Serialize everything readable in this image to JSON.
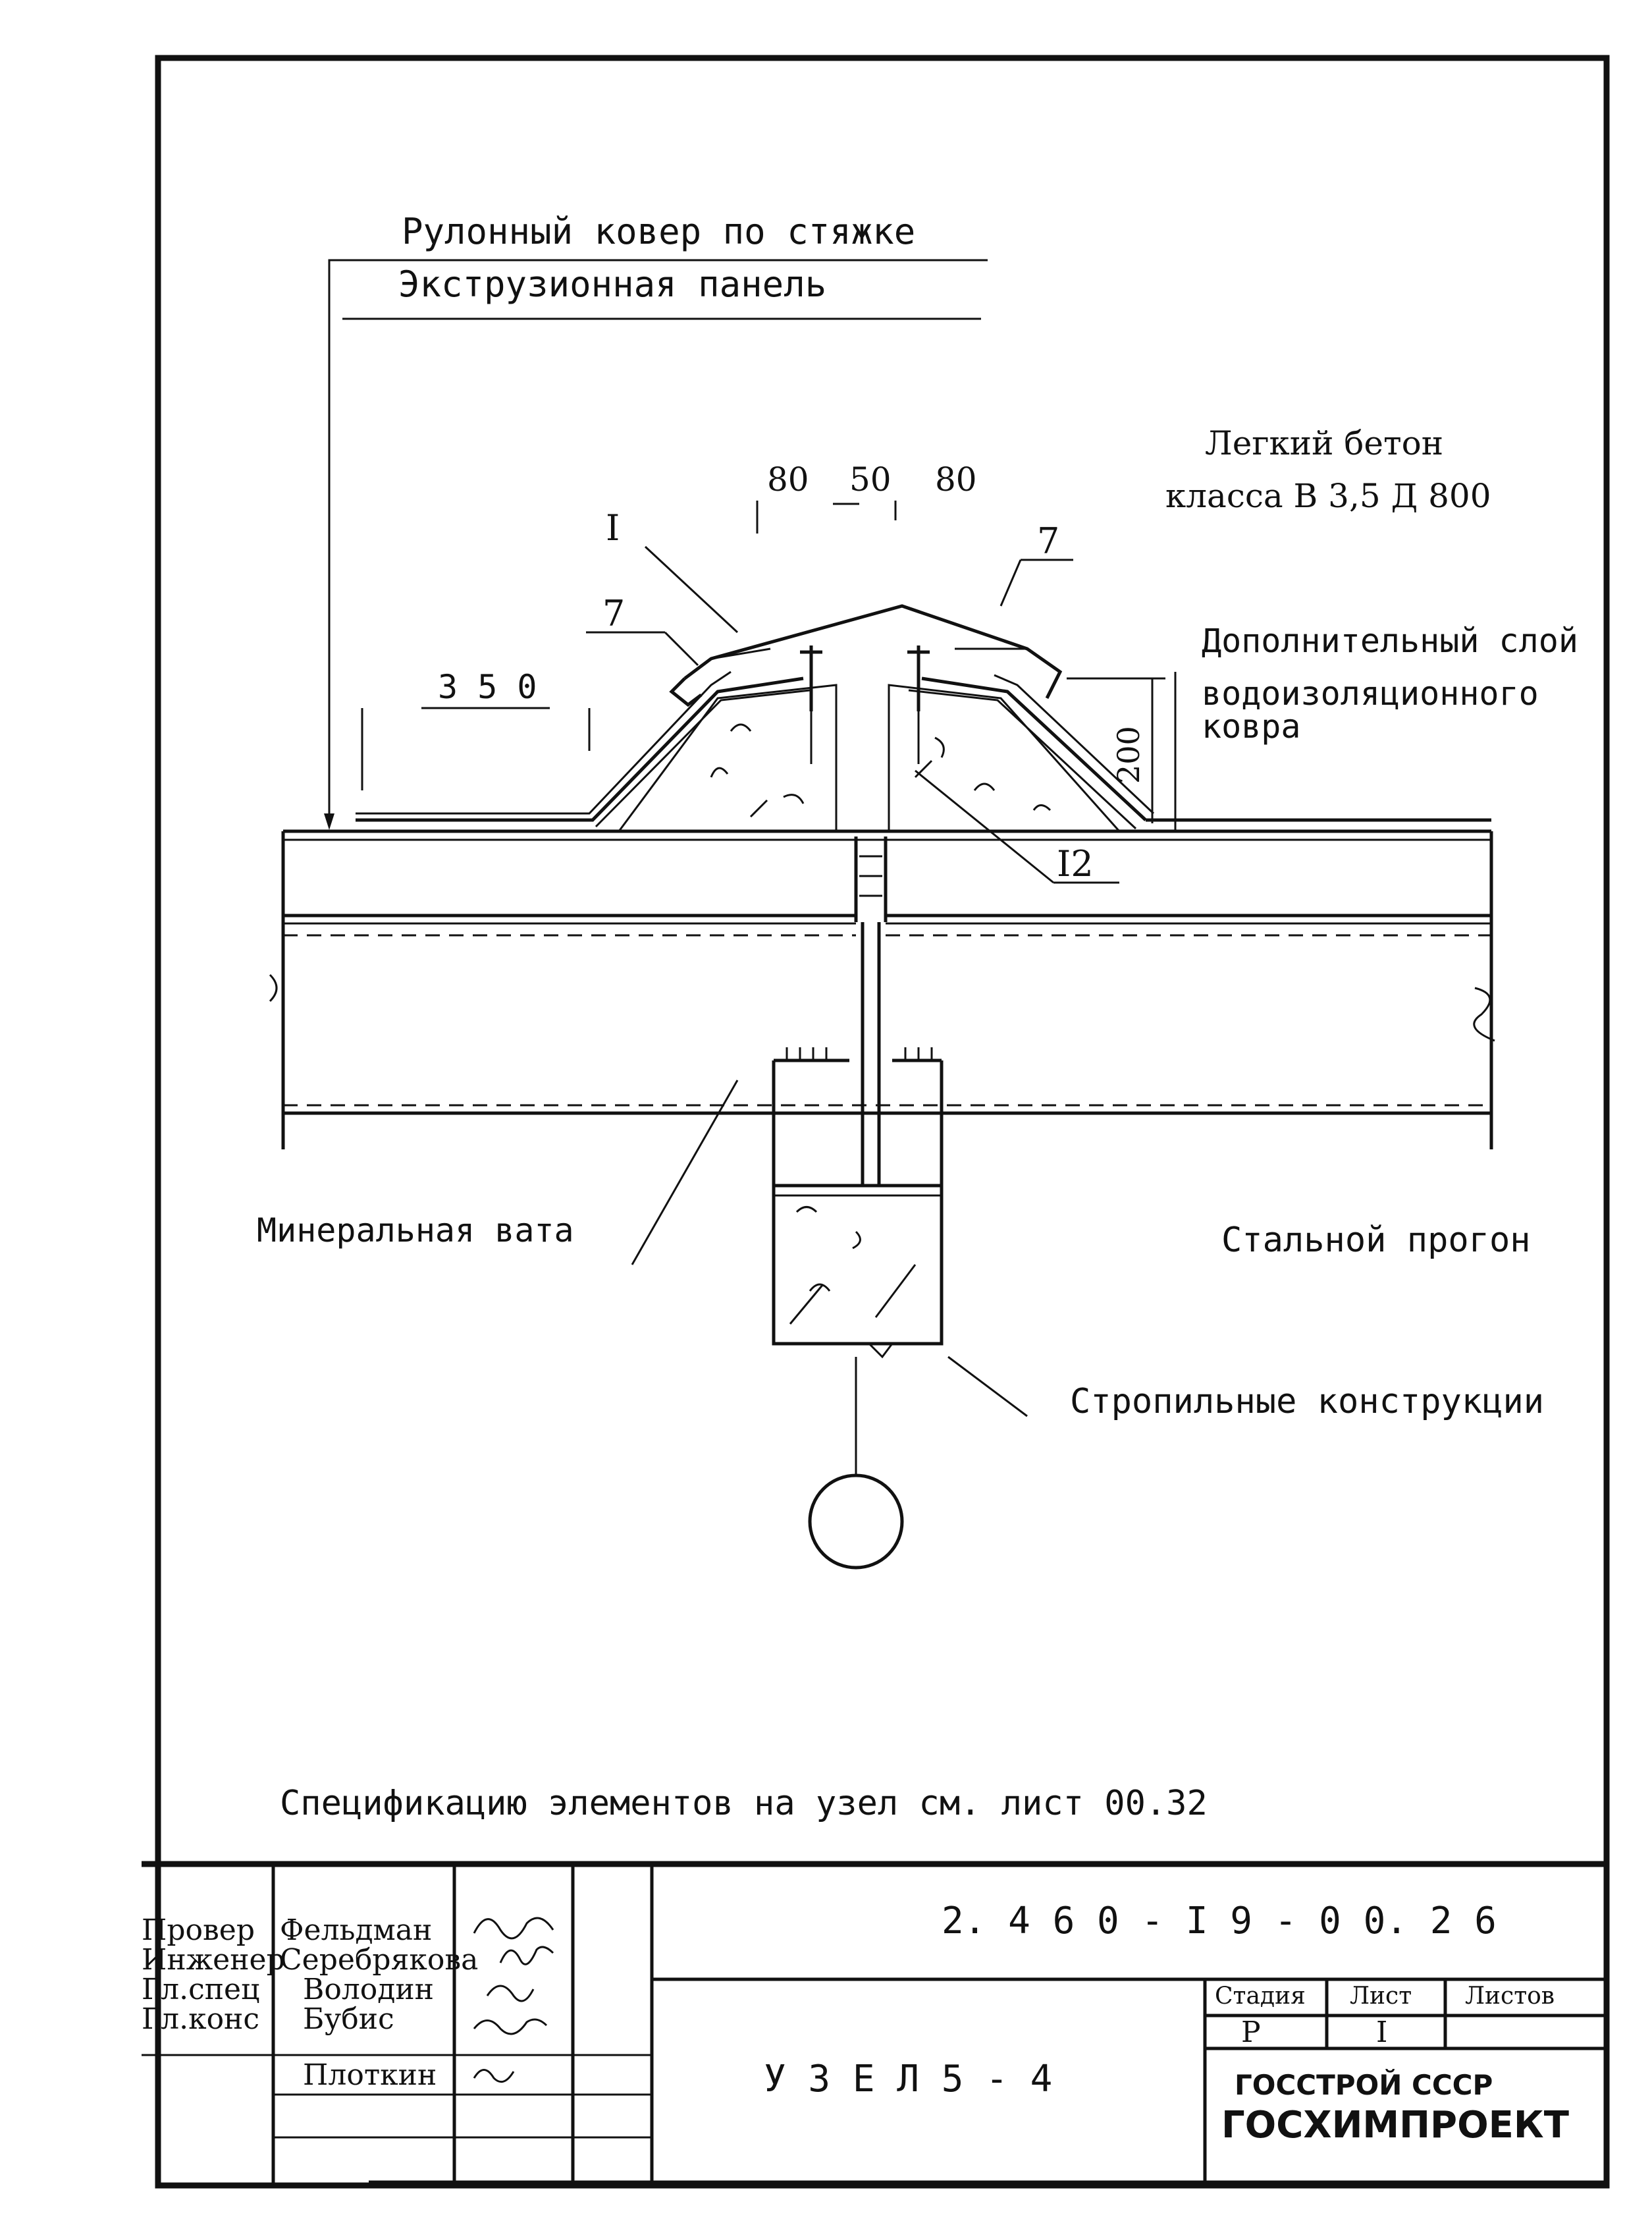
{
  "labels": {
    "roll_carpet": "Рулонный ковер по стяжке",
    "extrusion_panel": "Экструзионная панель",
    "light_concrete_1": "Легкий бетон",
    "light_concrete_2": "класса В 3,5 Д 800",
    "additional_layer_1": "Дополнительный слой",
    "additional_layer_2": "водоизоляционного",
    "additional_layer_3": "ковра",
    "mineral_wool": "Минеральная вата",
    "steel_purlin": "Стальной прогон",
    "rafters": "Стропильные конструкции"
  },
  "dimensions": {
    "d80_left": "80",
    "d50": "50",
    "d80_right": "80",
    "d350": "3 5 0",
    "d200": "200"
  },
  "positions": {
    "p_I": "I",
    "p_7_left": "7",
    "p_7_right": "7",
    "p_12": "I2"
  },
  "note": "Спецификацию элементов на узел см. лист 00.32",
  "title_block": {
    "doc_code": "2. 4 6 0 - I 9 - 0 0. 2 6",
    "sheet_title": "У З Е Л  5 - 4",
    "roles": [
      "Провер",
      "Инженер",
      "Гл.спец",
      "Гл.конс",
      ""
    ],
    "names": [
      "Фельдман",
      "Серебрякова",
      "Володин",
      "Бубис",
      "Плоткин"
    ],
    "stage_header": "Стадия",
    "sheet_header": "Лист",
    "sheets_header": "Листов",
    "stage_value": "Р",
    "sheet_value": "I",
    "sheets_value": "",
    "org_1": "ГОССТРОЙ СССР",
    "org_2": "ГОСХИМПРОЕКТ"
  }
}
